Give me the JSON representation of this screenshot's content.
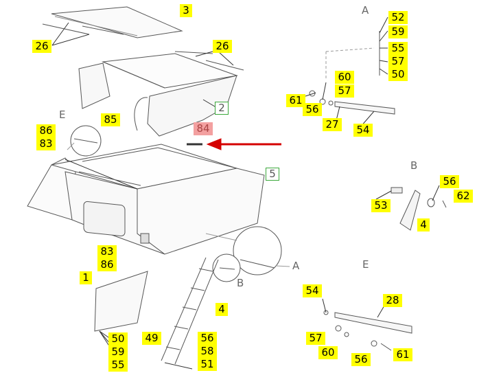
{
  "colors": {
    "label_fill": "#ffff00",
    "highlight_fill": "#f3a0a0",
    "frame_green": "#3aa83a",
    "arrow": "#d40000",
    "line": "#555555"
  },
  "view_letters": {
    "a_top": "A",
    "b": "B",
    "e_right": "E",
    "e_left": "E",
    "b_small": "B",
    "a_small": "A"
  },
  "labels": {
    "p3": "3",
    "p26a": "26",
    "p26b": "26",
    "p52": "52",
    "p59a": "59",
    "p55a": "55",
    "p57a": "57",
    "p50a": "50",
    "p60a": "60",
    "p57b": "57",
    "p61a": "61",
    "p56a": "56",
    "p2": "2",
    "p27": "27",
    "p54a": "54",
    "p85": "85",
    "p84": "84",
    "p86a": "86",
    "p83a": "83",
    "p5": "5",
    "p56b": "56",
    "p62": "62",
    "p53": "53",
    "p4a": "4",
    "p83b": "83",
    "p86b": "86",
    "p1": "1",
    "p4b": "4",
    "p54b": "54",
    "p28": "28",
    "p57c": "57",
    "p60b": "60",
    "p56c": "56",
    "p61b": "61",
    "p50b": "50",
    "p59b": "59",
    "p55b": "55",
    "p49": "49",
    "p56d": "56",
    "p58": "58",
    "p51": "51"
  }
}
